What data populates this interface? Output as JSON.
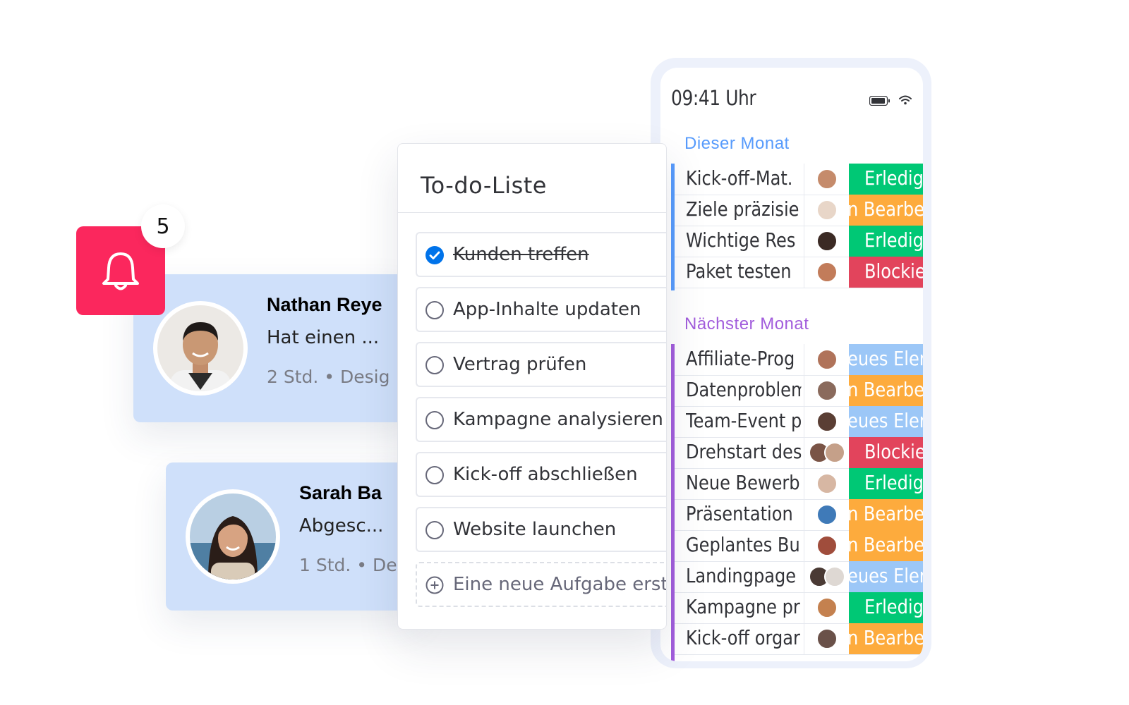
{
  "notifications": {
    "badge_count": "5",
    "items": [
      {
        "name": "Nathan Reye",
        "message": "Hat einen ...",
        "meta": "2 Std. • Desig"
      },
      {
        "name": "Sarah Ba",
        "message": "Abgesc...",
        "meta": "1 Std. • De"
      }
    ]
  },
  "todo": {
    "title": "To-do-Liste",
    "tasks": [
      {
        "label": "Kunden treffen",
        "done": true
      },
      {
        "label": "App-Inhalte updaten",
        "done": false
      },
      {
        "label": "Vertrag prüfen",
        "done": false
      },
      {
        "label": "Kampagne analysieren",
        "done": false
      },
      {
        "label": "Kick-off abschließen",
        "done": false
      },
      {
        "label": "Website launchen",
        "done": false
      }
    ],
    "new_task_placeholder": "Eine neue Aufgabe erst"
  },
  "phone": {
    "time": "09:41 Uhr",
    "groups": [
      {
        "title": "Dieser Monat",
        "color": "#579bfc",
        "rows": [
          {
            "name": "Kick-off-Mat.",
            "status": "Erledig",
            "status_color": "#00c875"
          },
          {
            "name": "Ziele präzisie",
            "status": "n Bearbei",
            "status_color": "#fdab3d"
          },
          {
            "name": "Wichtige Res",
            "status": "Erledig",
            "status_color": "#00c875"
          },
          {
            "name": "Paket testen",
            "status": "Blockie",
            "status_color": "#e2445c"
          }
        ]
      },
      {
        "title": "Nächster Monat",
        "color": "#a25ddc",
        "rows": [
          {
            "name": "Affiliate-Prog",
            "status": "eues Eler",
            "status_color": "#9cc7f7"
          },
          {
            "name": "Datenproblem",
            "status": "n Bearbei",
            "status_color": "#fdab3d"
          },
          {
            "name": "Team-Event p",
            "status": "eues Eler",
            "status_color": "#9cc7f7"
          },
          {
            "name": "Drehstart des",
            "status": "Blockie",
            "status_color": "#e2445c"
          },
          {
            "name": "Neue Bewerb",
            "status": "Erledig",
            "status_color": "#00c875"
          },
          {
            "name": "Präsentation",
            "status": "n Bearbei",
            "status_color": "#fdab3d"
          },
          {
            "name": "Geplantes Bu",
            "status": "n Bearbei",
            "status_color": "#fdab3d"
          },
          {
            "name": "Landingpage",
            "status": "eues Eler",
            "status_color": "#9cc7f7"
          },
          {
            "name": "Kampagne pr",
            "status": "Erledig",
            "status_color": "#00c875"
          },
          {
            "name": "Kick-off orgar",
            "status": "n Bearbei",
            "status_color": "#fdab3d"
          }
        ]
      }
    ]
  }
}
